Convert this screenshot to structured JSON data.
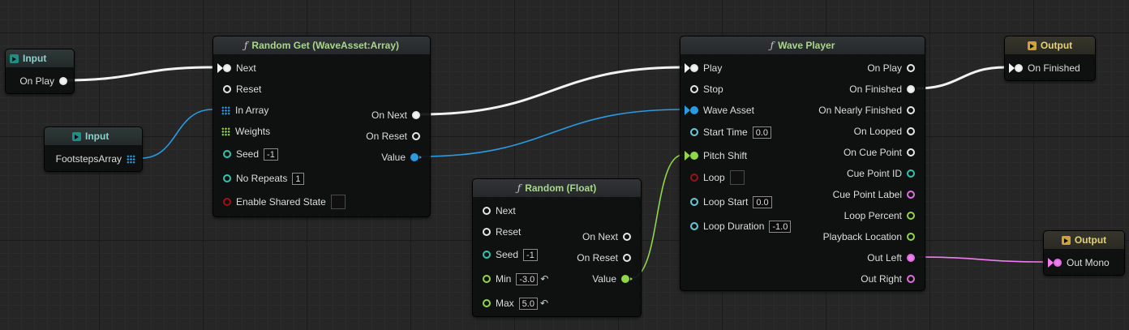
{
  "nodes": {
    "input_onplay": {
      "header": "Input",
      "pin": "On Play"
    },
    "input_footsteps": {
      "header": "Input",
      "pin": "FootstepsArray"
    },
    "random_get": {
      "header": "Random Get (WaveAsset:Array)",
      "inputs": [
        "Next",
        "Reset",
        "In Array",
        "Weights",
        "Seed",
        "No Repeats",
        "Enable Shared State"
      ],
      "seed": "-1",
      "no_repeats": "1",
      "outputs": [
        "On Next",
        "On Reset",
        "Value"
      ]
    },
    "random_float": {
      "header": "Random (Float)",
      "inputs": [
        "Next",
        "Reset",
        "Seed",
        "Min",
        "Max"
      ],
      "seed": "-1",
      "min": "-3.0",
      "max": "5.0",
      "outputs": [
        "On Next",
        "On Reset",
        "Value"
      ]
    },
    "wave_player": {
      "header": "Wave Player",
      "inputs": [
        "Play",
        "Stop",
        "Wave Asset",
        "Start Time",
        "Pitch Shift",
        "Loop",
        "Loop Start",
        "Loop Duration"
      ],
      "start_time": "0.0",
      "loop_start": "0.0",
      "loop_duration": "-1.0",
      "outputs": [
        "On Play",
        "On Finished",
        "On Nearly Finished",
        "On Looped",
        "On Cue Point",
        "Cue Point ID",
        "Cue Point Label",
        "Loop Percent",
        "Playback Location",
        "Out Left",
        "Out Right"
      ]
    },
    "output_finished": {
      "header": "Output",
      "pin": "On Finished"
    },
    "output_mono": {
      "header": "Output",
      "pin": "Out Mono"
    }
  },
  "colors": {
    "exec": "#f2f2f2",
    "wave_asset": "#2a9be0",
    "float": "#8ed848",
    "int": "#2ec6b0",
    "bool": "#9a1313",
    "audio": "#f07cf0",
    "string": "#e070e0",
    "time": "#67c8d8"
  },
  "icons": {
    "function": "function-f-icon",
    "input": "input-arrow-icon",
    "output": "output-arrow-icon",
    "array": "array-grid-icon",
    "reset": "reset-to-default-icon"
  }
}
